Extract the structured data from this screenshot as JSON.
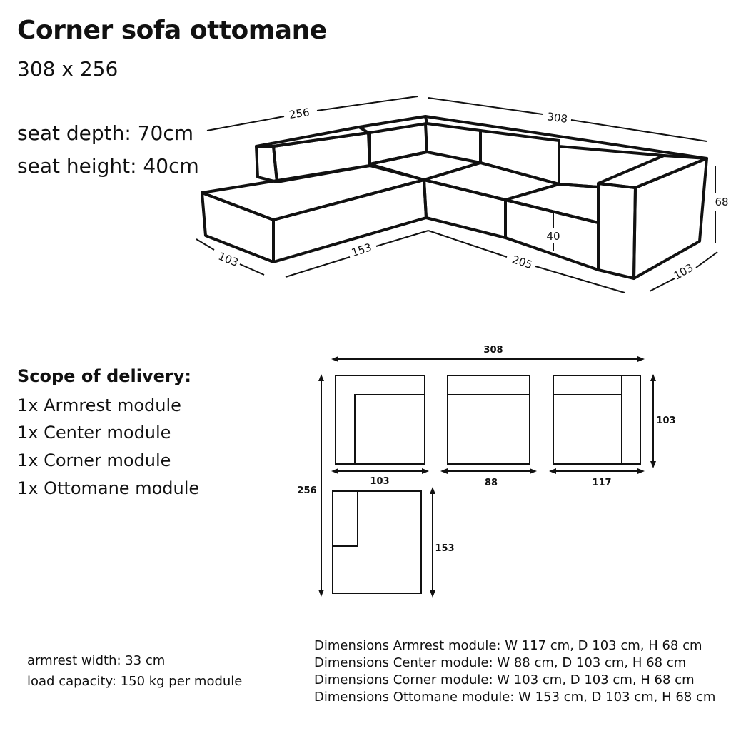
{
  "header": {
    "title": "Corner sofa ottomane",
    "subtitle": "308 x 256"
  },
  "specs": {
    "seat_depth": "seat depth: 70cm",
    "seat_height": "seat height: 40cm"
  },
  "iso_drawing": {
    "dims": {
      "top_left": "256",
      "top_right": "308",
      "height": "68",
      "seat": "40",
      "bottom_left_depth": "103",
      "bottom_ottomane": "153",
      "bottom_center": "205",
      "bottom_right_depth": "103"
    }
  },
  "scope": {
    "title": "Scope of delivery:",
    "items": [
      "1x Armrest module",
      "1x Center module",
      "1x Corner module",
      "1x Ottomane module"
    ]
  },
  "plan_drawing": {
    "total_width": "308",
    "total_depth": "256",
    "corner_width": "103",
    "center_width": "88",
    "armrest_width": "117",
    "module_depth": "103",
    "ottomane_length": "153"
  },
  "footer": {
    "armrest_width": "armrest width: 33 cm",
    "load_capacity": "load capacity: 150 kg per module",
    "dimensions": [
      "Dimensions Armrest module: W 117 cm, D 103 cm, H 68 cm",
      "Dimensions Center module: W 88 cm, D 103 cm, H 68 cm",
      "Dimensions Corner module: W 103 cm, D 103 cm, H 68 cm",
      "Dimensions Ottomane module: W 153 cm, D 103 cm, H 68 cm"
    ]
  }
}
